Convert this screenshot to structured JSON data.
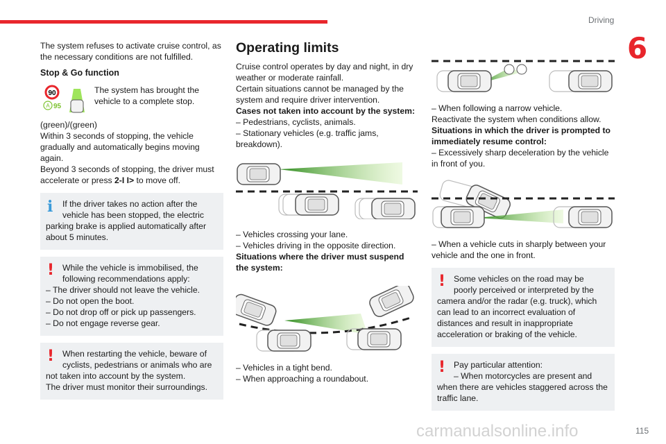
{
  "header": {
    "section": "Driving",
    "chapter": "6",
    "page": "115"
  },
  "watermark": "carmanualsonline.info",
  "col1": {
    "intro": "The system refuses to activate cruise control, as the necessary conditions are not fulfilled.",
    "stopgo_title": "Stop & Go function",
    "icon_speed": "90",
    "icon_set": "95",
    "icon_text": "The system has brought the vehicle to a complete stop.",
    "p1": "(green)/(green)",
    "p2": "Within 3 seconds of stopping, the vehicle gradually and automatically begins moving again.",
    "p3a": "Beyond 3 seconds of stopping, the driver must accelerate or press ",
    "p3b": "2-I I>",
    "p3c": " to move off.",
    "info_box": "If the driver takes no action after the vehicle has been stopped, the electric parking brake is applied automatically after about 5 minutes.",
    "warn1": {
      "intro": "While the vehicle is immobilised, the following recommendations apply:",
      "items": [
        "– The driver should not leave the vehicle.",
        "– Do not open the boot.",
        "– Do not drop off or pick up passengers.",
        "– Do not engage reverse gear."
      ]
    },
    "warn2": {
      "p1": "When restarting the vehicle, beware of cyclists, pedestrians or animals who are not taken into account by the system.",
      "p2": "The driver must monitor their surroundings."
    }
  },
  "col2": {
    "title": "Operating limits",
    "p1": "Cruise control operates by day and night, in dry weather or moderate rainfall.",
    "p2": "Certain situations cannot be managed by the system and require driver intervention.",
    "cases_title": "Cases not taken into account by the system:",
    "cases": [
      "– Pedestrians, cyclists, animals.",
      "– Stationary vehicles (e.g. traffic jams, breakdown)."
    ],
    "list2": [
      "– Vehicles crossing your lane.",
      "– Vehicles driving in the opposite direction."
    ],
    "suspend_title": "Situations where the driver must suspend the system:",
    "list3": [
      "– Vehicles in a tight bend.",
      "– When approaching a roundabout."
    ]
  },
  "col3": {
    "l1": "– When following a narrow vehicle.",
    "p1": "Reactivate the system when conditions allow.",
    "resume_title": "Situations in which the driver is prompted to immediately resume control:",
    "l2": "– Excessively sharp deceleration by the vehicle in front of you.",
    "l3": "– When a vehicle cuts in sharply between your vehicle and the one in front.",
    "warn1": "Some vehicles on the road may be poorly perceived or interpreted by the camera and/or the radar (e.g. truck), which can lead to an incorrect evaluation of distances and result in inappropriate acceleration or braking of the vehicle.",
    "warn2": {
      "p1": "Pay particular attention:",
      "p2": "– When motorcycles are present and when there are vehicles staggered across the traffic lane."
    }
  },
  "colors": {
    "accent": "#e8262c",
    "info": "#3a9ad9",
    "box": "#eef0f2",
    "beam": "#7cc22e"
  }
}
